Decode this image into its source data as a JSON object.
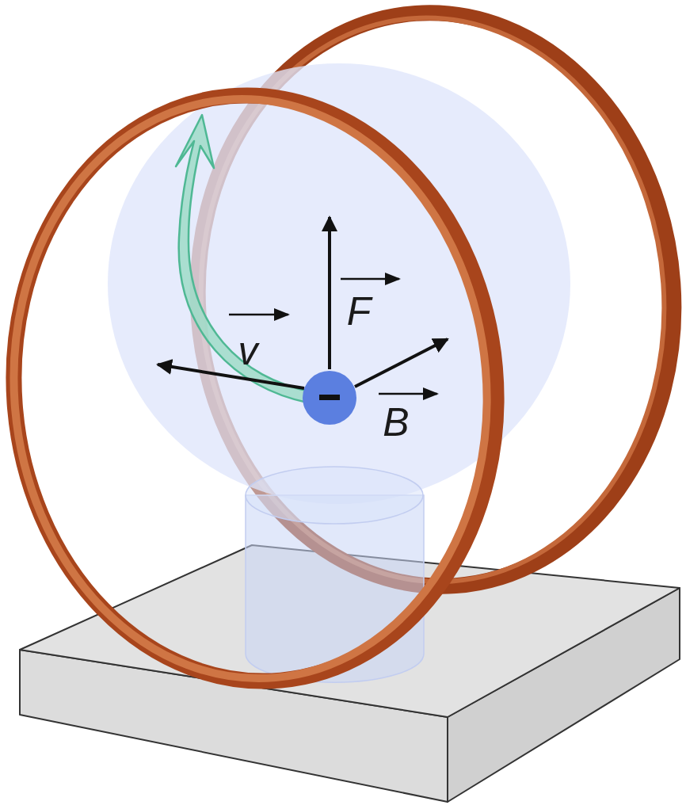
{
  "diagram": {
    "labels": [
      "F",
      "v",
      "B"
    ]
  }
}
